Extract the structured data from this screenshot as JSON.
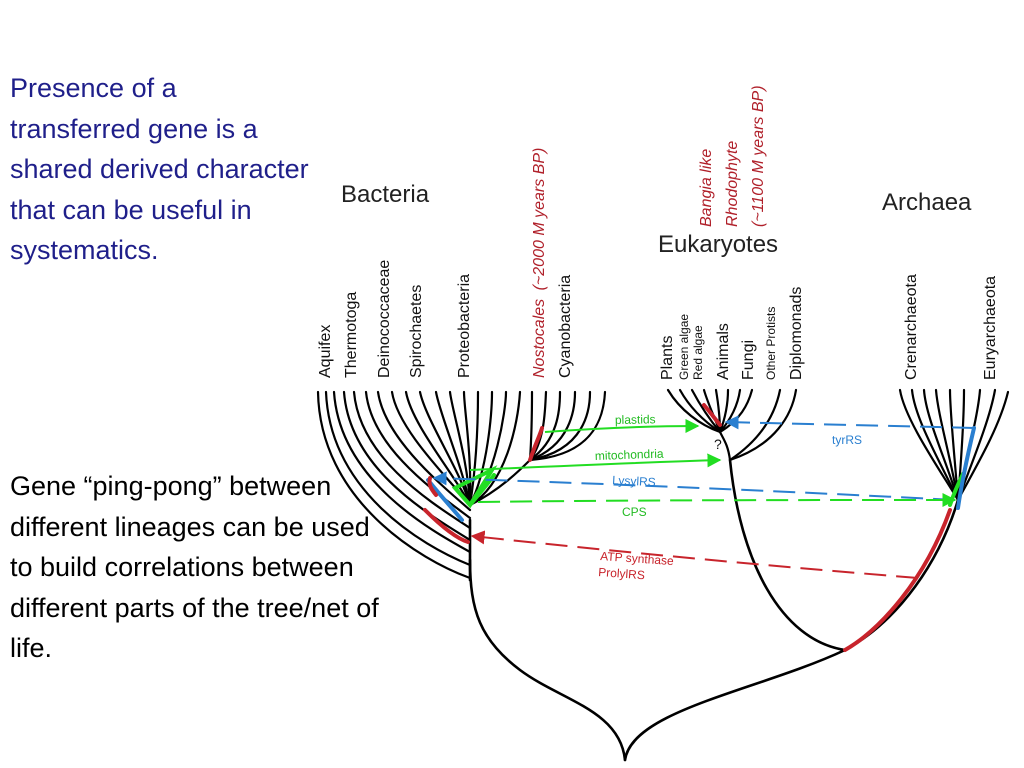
{
  "slide": {
    "intro_text": "Presence of a transferred  gene is a shared derived character that can be useful in systematics.",
    "pingpong_text": "Gene “ping-pong” between different lineages can be used to build correlations between different parts of the tree/net of life."
  },
  "domains": {
    "bacteria": "Bacteria",
    "eukaryotes": "Eukaryotes",
    "archaea": "Archaea"
  },
  "taxa": {
    "aquifex": "Aquifex",
    "thermotoga": "Thermotoga",
    "deinococcaceae": "Deinococcaceae",
    "spirochaetes": "Spirochaetes",
    "proteobacteria": "Proteobacteria",
    "nostocales": "Nostocales",
    "cyanobacteria": "Cyanobacteria",
    "plants": "Plants",
    "green_algae": "Green algae",
    "red_algae": "Red algae",
    "animals": "Animals",
    "fungi": "Fungi",
    "other_protists": "Other Protists",
    "diplomonads": "Diplomonads",
    "crenarchaeota": "Crenarchaeota",
    "euryarchaeota": "Euryarchaeota"
  },
  "annotations": {
    "nostocales_age": "(~2000 M years BP)",
    "bangia_line1": "Bangia like",
    "bangia_line2": "Rhodophyte",
    "bangia_line3": "(~1100 M years BP)",
    "unknown_mark": "?"
  },
  "transfers": {
    "plastids": "plastids",
    "mitochondria": "mitochondria",
    "tyrrs": "tyrRS",
    "lysylrs": "LysylRS",
    "cps": "CPS",
    "atp_synthase": "ATP synthase",
    "prolylrs": "ProlylRS"
  },
  "colors": {
    "intro_text": "#1f1f8a",
    "green_transfer": "#22dd22",
    "blue_transfer": "#2a7fd0",
    "red_transfer": "#c8242c",
    "annotation_red": "#b0202a"
  }
}
